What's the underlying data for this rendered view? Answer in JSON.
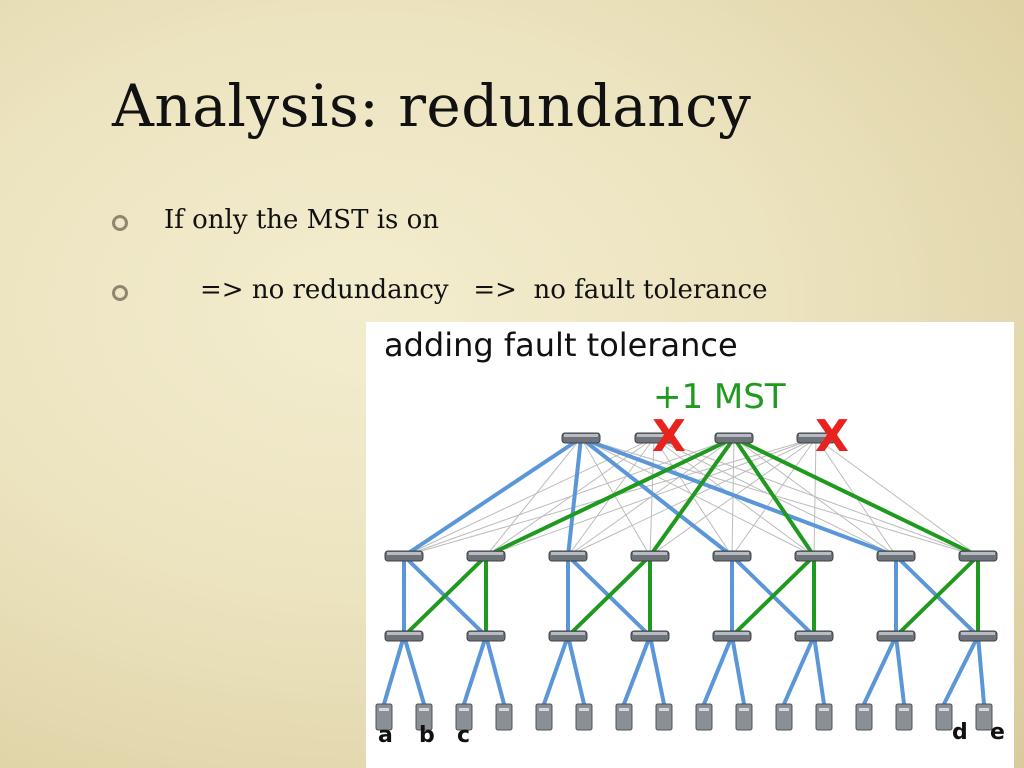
{
  "slide": {
    "title": "Analysis: redundancy",
    "bullets": [
      {
        "text": "If only the MST is on"
      },
      {
        "text": "=> no redundancy   =>  no fault tolerance"
      }
    ]
  },
  "figure": {
    "title": "adding fault tolerance",
    "subtitle": "+1 MST",
    "failed_marker": "X",
    "host_labels": [
      "a",
      "b",
      "c",
      "d",
      "e"
    ],
    "colors": {
      "mst_blue": "#5b96d8",
      "mst_green": "#1f9a1f",
      "inactive_link": "#bcbcbc",
      "failure_red": "#e8231f"
    }
  }
}
